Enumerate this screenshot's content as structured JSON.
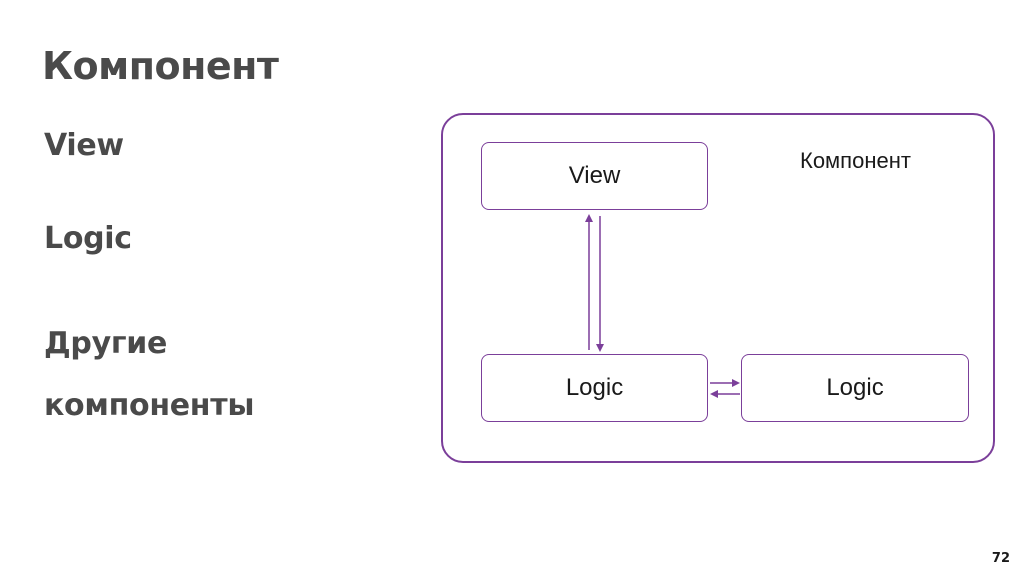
{
  "slide": {
    "title": "Компонент",
    "bullets": [
      "View",
      "Logic",
      "Другие\nкомпоненты"
    ],
    "page_number": "72"
  },
  "diagram": {
    "container_label": "Компонент",
    "nodes": {
      "view": "View",
      "logic_main": "Logic",
      "logic_other": "Logic"
    },
    "colors": {
      "border": "#7b3f9a",
      "text": "#1a1a1a",
      "heading": "#4a4a4a"
    }
  }
}
